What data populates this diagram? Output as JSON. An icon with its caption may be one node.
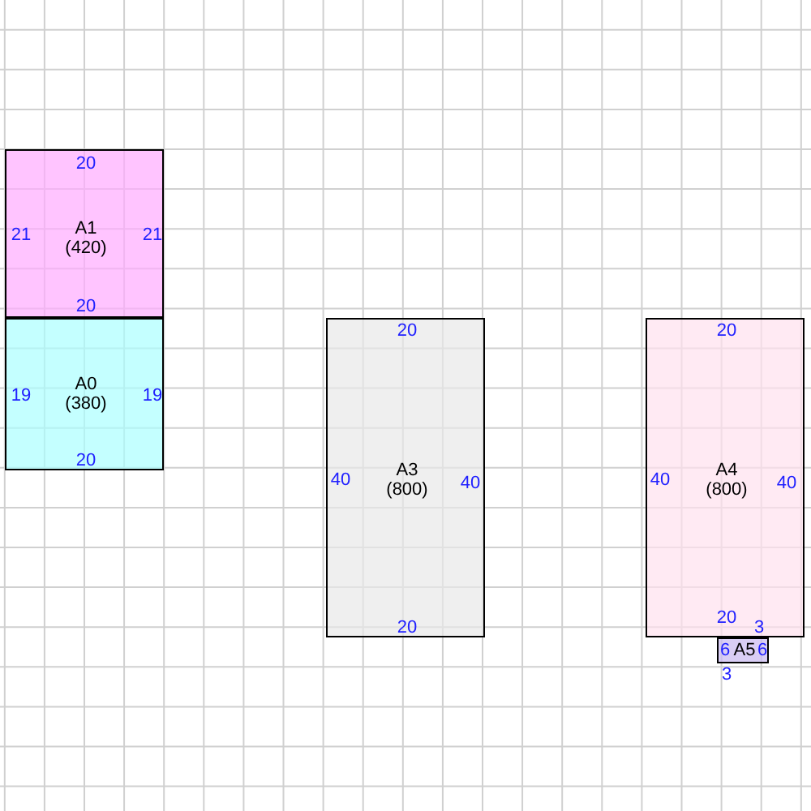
{
  "diagram": {
    "nodes": [
      {
        "text": [
          "20",
          "21",
          "A1 (420)",
          "21",
          "20"
        ]
      },
      {
        "text": [
          "19",
          "A0 (380)",
          "19",
          "20"
        ]
      },
      {
        "text": [
          "20",
          "40",
          "A3 (800)",
          "40",
          "20"
        ]
      },
      {
        "text": [
          "20",
          "40",
          "A4 (800)",
          "40",
          "20"
        ]
      },
      {
        "text": [
          "3",
          "6",
          "A5",
          "6",
          "3"
        ]
      }
    ]
  }
}
